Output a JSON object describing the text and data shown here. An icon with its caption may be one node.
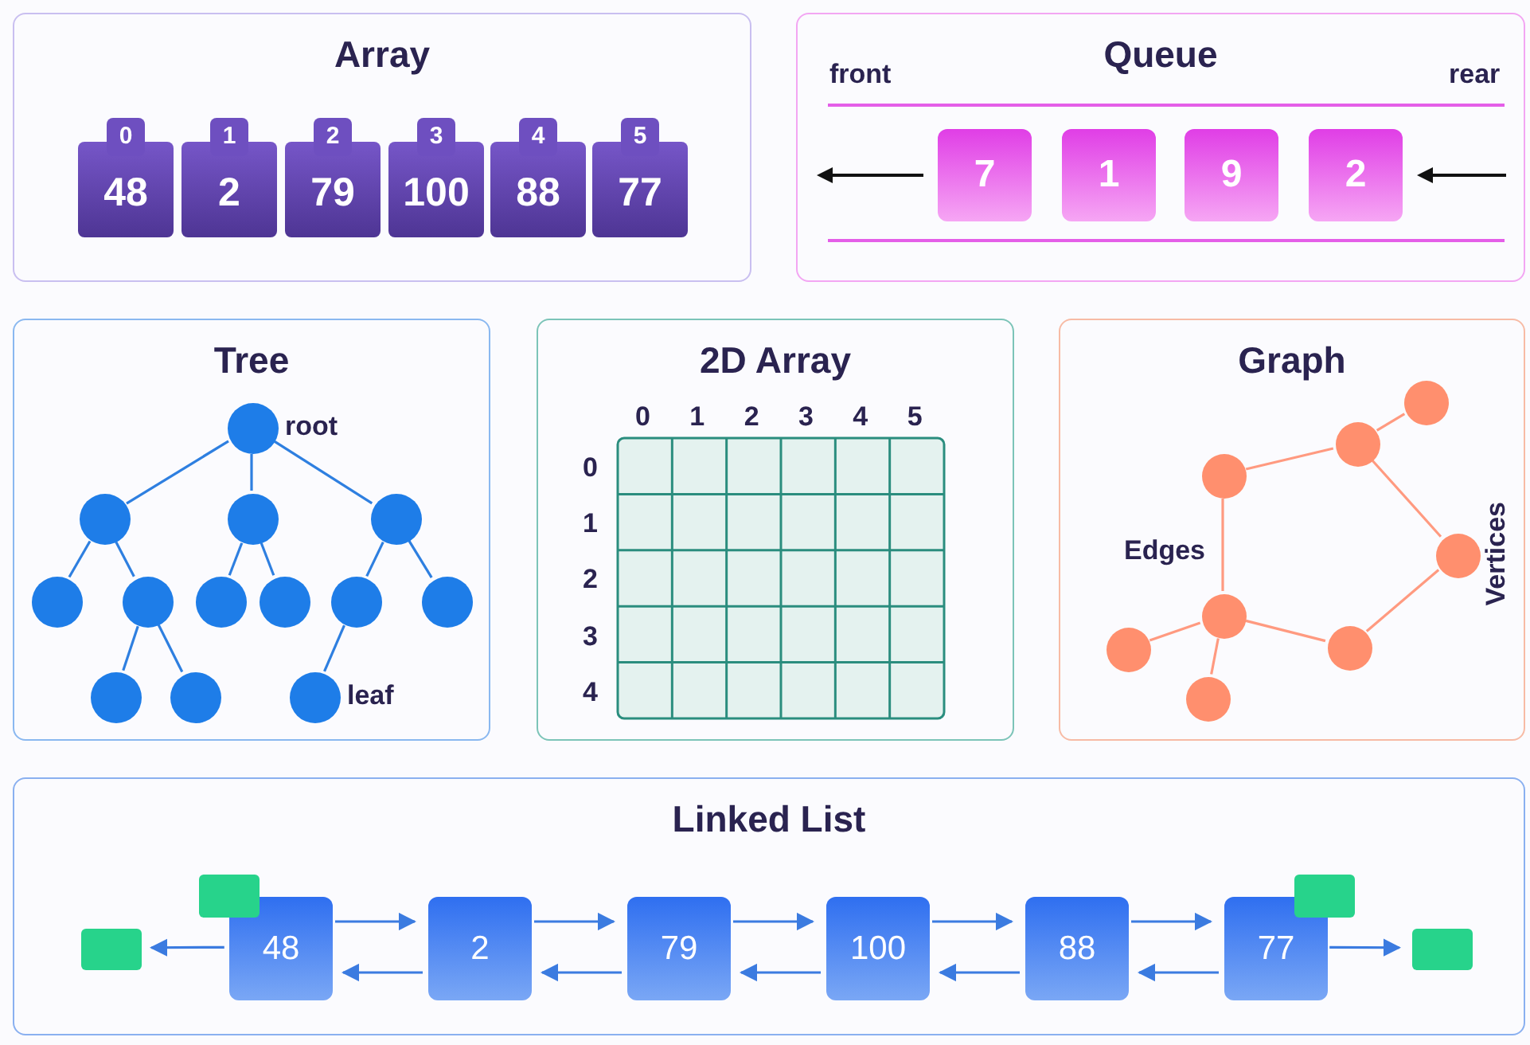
{
  "diagram": {
    "nodes": [
      {
        "text": [
          "Array"
        ]
      },
      {
        "text": [
          "0",
          "48"
        ],
        "in": 0
      },
      {
        "text": [
          "1",
          "2"
        ],
        "in": 0
      },
      {
        "text": [
          "2",
          "79"
        ],
        "in": 0
      },
      {
        "text": [
          "3",
          "100"
        ],
        "in": 0
      },
      {
        "text": [
          "4",
          "88"
        ],
        "in": 0
      },
      {
        "text": [
          "5",
          "77"
        ],
        "in": 0
      },
      {
        "text": [
          "Queue"
        ]
      },
      {
        "text": [
          "7"
        ],
        "in": 7
      },
      {
        "text": [
          "1"
        ],
        "in": 7
      },
      {
        "text": [
          "9"
        ],
        "in": 7
      },
      {
        "text": [
          "2"
        ],
        "in": 7
      },
      {
        "text": [
          "Tree"
        ]
      },
      {
        "text": [],
        "shape": "circle",
        "in": 12,
        "beside": [
          "root"
        ]
      },
      {
        "text": [],
        "shape": "circle",
        "in": 12
      },
      {
        "text": [],
        "shape": "circle",
        "in": 12
      },
      {
        "text": [],
        "shape": "circle",
        "in": 12
      },
      {
        "text": [],
        "shape": "circle",
        "in": 12
      },
      {
        "text": [],
        "shape": "circle",
        "in": 12
      },
      {
        "text": [],
        "shape": "circle",
        "in": 12
      },
      {
        "text": [],
        "shape": "circle",
        "in": 12
      },
      {
        "text": [],
        "shape": "circle",
        "in": 12
      },
      {
        "text": [],
        "shape": "circle",
        "in": 12
      },
      {
        "text": [],
        "shape": "circle",
        "in": 12
      },
      {
        "text": [],
        "shape": "circle",
        "in": 12
      },
      {
        "text": [],
        "shape": "circle",
        "in": 12,
        "beside": [
          "leaf"
        ]
      },
      {
        "text": [
          "2D Array"
        ]
      },
      {
        "text": [
          "Graph"
        ]
      },
      {
        "text": [],
        "shape": "circle",
        "in": 27
      },
      {
        "text": [],
        "shape": "circle",
        "in": 27
      },
      {
        "text": [],
        "shape": "circle",
        "in": 27
      },
      {
        "text": [],
        "shape": "circle",
        "in": 27
      },
      {
        "text": [],
        "shape": "circle",
        "in": 27
      },
      {
        "text": [],
        "shape": "circle",
        "in": 27
      },
      {
        "text": [],
        "shape": "circle",
        "in": 27
      },
      {
        "text": [],
        "shape": "circle",
        "in": 27
      },
      {
        "text": [
          "Linked List"
        ]
      },
      {
        "text": [],
        "shape": "box",
        "in": 36
      },
      {
        "text": [],
        "shape": "box",
        "in": 36
      },
      {
        "text": [
          "48"
        ],
        "in": 36
      },
      {
        "text": [
          "2"
        ],
        "in": 36
      },
      {
        "text": [
          "79"
        ],
        "in": 36
      },
      {
        "text": [
          "100"
        ],
        "in": 36
      },
      {
        "text": [
          "88"
        ],
        "in": 36
      },
      {
        "text": [
          "77"
        ],
        "in": 36
      },
      {
        "text": [],
        "shape": "box",
        "in": 36
      },
      {
        "text": [],
        "shape": "box",
        "in": 36
      }
    ],
    "edges": [
      {
        "from": 13,
        "to": 14,
        "arrow": "none"
      },
      {
        "from": 13,
        "to": 15,
        "arrow": "none"
      },
      {
        "from": 13,
        "to": 16,
        "arrow": "none"
      },
      {
        "from": 14,
        "to": 17,
        "arrow": "none"
      },
      {
        "from": 14,
        "to": 18,
        "arrow": "none"
      },
      {
        "from": 15,
        "to": 19,
        "arrow": "none"
      },
      {
        "from": 15,
        "to": 20,
        "arrow": "none"
      },
      {
        "from": 16,
        "to": 21,
        "arrow": "none"
      },
      {
        "from": 16,
        "to": 22,
        "arrow": "none"
      },
      {
        "from": 18,
        "to": 23,
        "arrow": "none"
      },
      {
        "from": 18,
        "to": 24,
        "arrow": "none"
      },
      {
        "from": 21,
        "to": 25,
        "arrow": "none"
      },
      {
        "from": 28,
        "to": 29,
        "arrow": "none",
        "color": "#ff9a80"
      },
      {
        "from": 29,
        "to": 30,
        "arrow": "none",
        "color": "#ff9a80"
      },
      {
        "from": 29,
        "to": 31,
        "arrow": "none",
        "color": "#ff9a80"
      },
      {
        "from": 30,
        "to": 32,
        "arrow": "none",
        "color": "#ff9a80"
      },
      {
        "from": 31,
        "to": 33,
        "arrow": "none",
        "color": "#ff9a80"
      },
      {
        "from": 32,
        "to": 33,
        "arrow": "none",
        "color": "#ff9a80"
      },
      {
        "from": 32,
        "to": 34,
        "arrow": "none",
        "color": "#ff9a80"
      },
      {
        "from": 32,
        "to": 35,
        "arrow": "none",
        "color": "#ff9a80"
      },
      {
        "from": 39,
        "to": 37,
        "arrow": "to"
      },
      {
        "from": 39,
        "to": 40,
        "arrow": "to"
      },
      {
        "from": 40,
        "to": 39,
        "arrow": "to"
      },
      {
        "from": 40,
        "to": 41,
        "arrow": "to"
      },
      {
        "from": 41,
        "to": 40,
        "arrow": "to"
      },
      {
        "from": 41,
        "to": 42,
        "arrow": "to"
      },
      {
        "from": 42,
        "to": 41,
        "arrow": "to"
      },
      {
        "from": 42,
        "to": 43,
        "arrow": "to"
      },
      {
        "from": 43,
        "to": 42,
        "arrow": "to"
      },
      {
        "from": 43,
        "to": 44,
        "arrow": "to"
      },
      {
        "from": 44,
        "to": 43,
        "arrow": "to"
      },
      {
        "from": 44,
        "to": 46,
        "arrow": "to"
      }
    ],
    "labels": [
      "front",
      "rear",
      "0",
      "1",
      "2",
      "3",
      "4",
      "5",
      "0",
      "1",
      "2",
      "3",
      "4",
      "Edges",
      "Vertices"
    ]
  }
}
